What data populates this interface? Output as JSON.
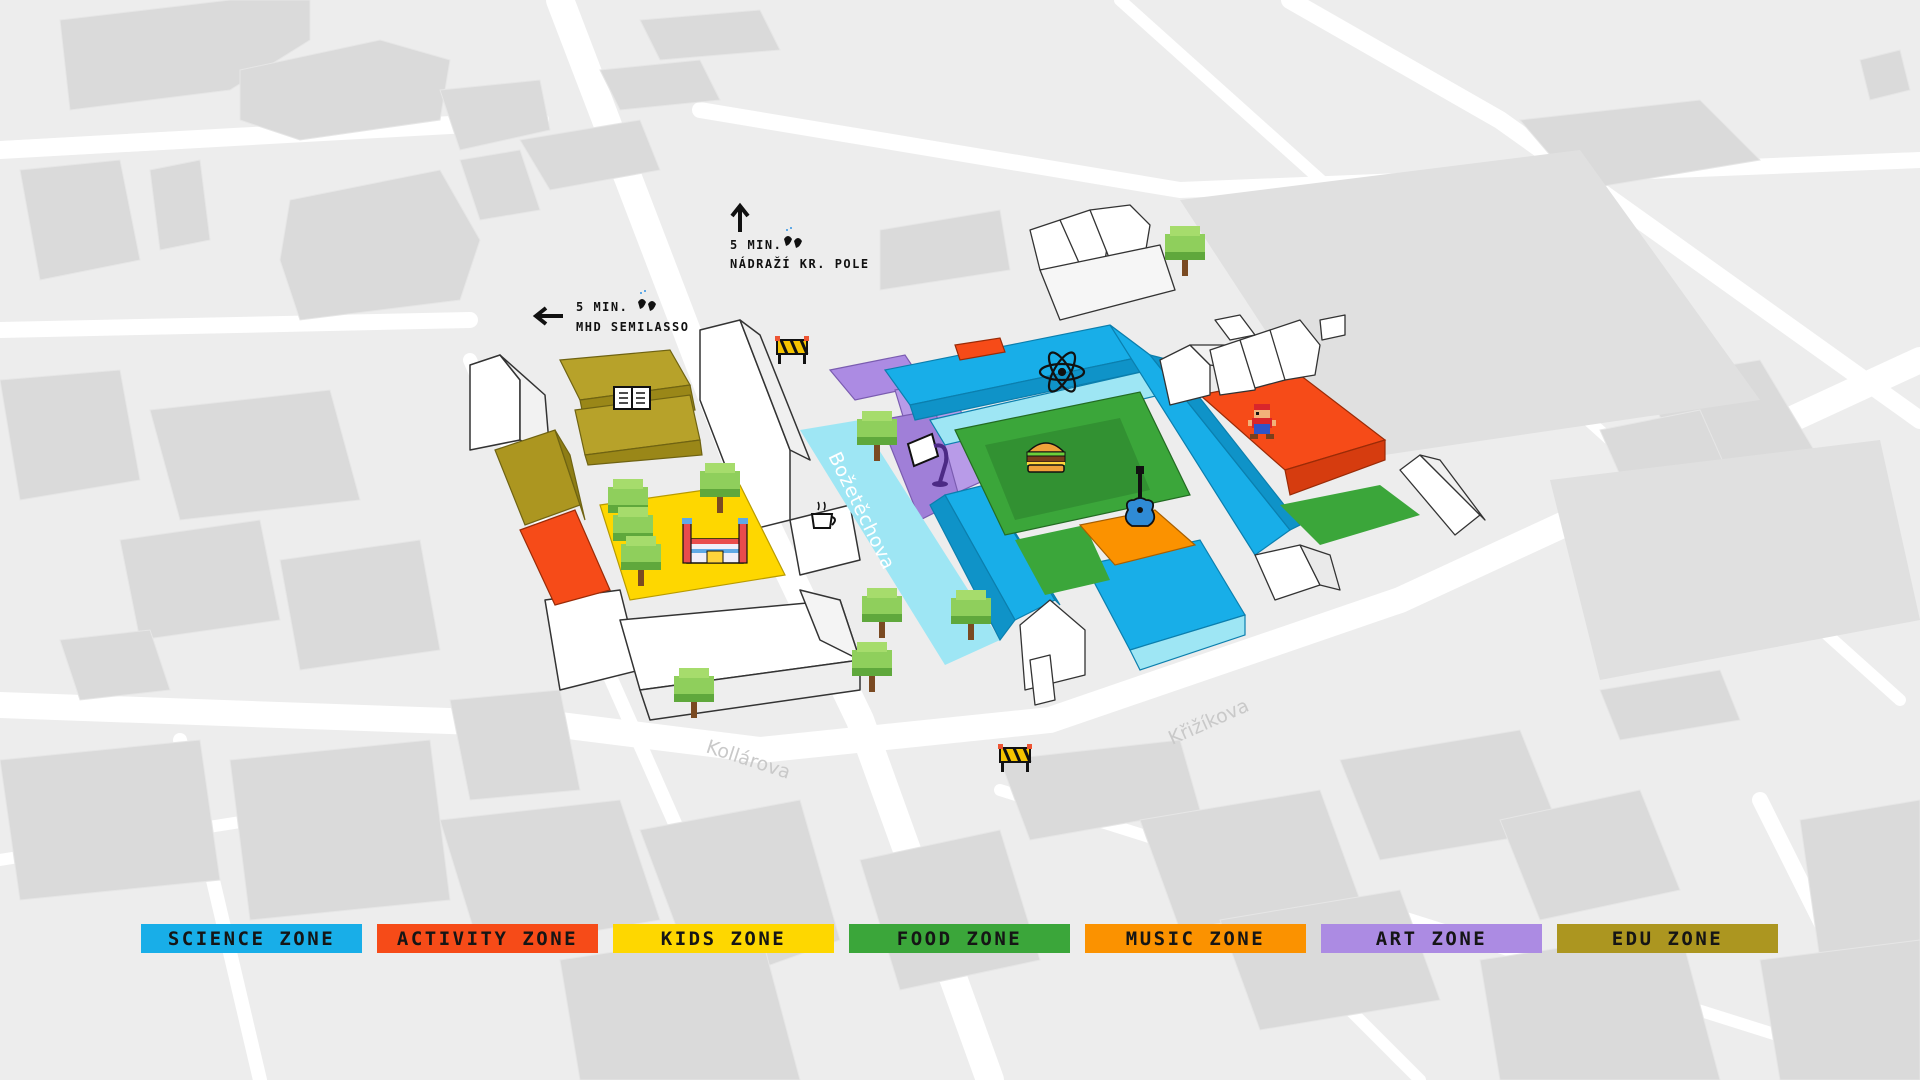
{
  "streets": {
    "bozetechova": "Božetěchova",
    "kollarova": "Kollárova",
    "krizikova": "Křižíkova"
  },
  "directions": {
    "north": {
      "time": "5 MIN.",
      "destination": "NÁDRAŽÍ KR. POLE",
      "arrow": "up-arrow-icon",
      "mode": "walking-feet-icon"
    },
    "west": {
      "time": "5 MIN.",
      "destination": "MHD SEMILASSO",
      "arrow": "left-arrow-icon",
      "mode": "walking-feet-icon"
    }
  },
  "icons": {
    "science": "atom-icon",
    "food": "burger-icon",
    "music": "guitar-icon",
    "art": "paint-bucket-icon",
    "edu": "book-icon",
    "kids": "bouncy-castle-icon",
    "activity": "pixel-character-icon",
    "cafe": "coffee-cup-icon",
    "barrier": "road-barrier-icon",
    "tree": "tree-icon"
  },
  "colors": {
    "science": "#18aee8",
    "science_light": "#9ee6f4",
    "activity": "#f64b18",
    "kids": "#fed700",
    "food": "#3ba63a",
    "music": "#fb9200",
    "art": "#ac8be3",
    "edu": "#ac9620",
    "map_background": "#ededed",
    "building_grey": "#d9d9d9"
  },
  "legend": [
    {
      "key": "science",
      "label": "SCIENCE ZONE",
      "color": "#18aee8"
    },
    {
      "key": "activity",
      "label": "ACTIVITY ZONE",
      "color": "#f64b18"
    },
    {
      "key": "kids",
      "label": "KIDS ZONE",
      "color": "#fed700"
    },
    {
      "key": "food",
      "label": "FOOD ZONE",
      "color": "#3ba63a"
    },
    {
      "key": "music",
      "label": "MUSIC ZONE",
      "color": "#fb9200"
    },
    {
      "key": "art",
      "label": "ART ZONE",
      "color": "#ac8be3"
    },
    {
      "key": "edu",
      "label": "EDU ZONE",
      "color": "#ac9620"
    }
  ]
}
